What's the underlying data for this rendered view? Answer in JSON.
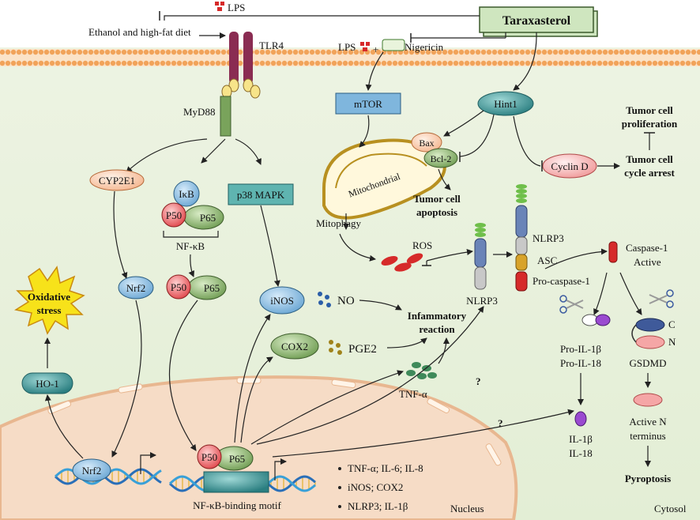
{
  "labels": {
    "lps_top": "LPS",
    "ethanol": "Ethanol and high-fat diet",
    "tlr4": "TLR4",
    "myd88": "MyD88",
    "taraxasterol": "Taraxasterol",
    "lps_nig_lps": "LPS",
    "nigericin": "Nigericin",
    "mtor": "mTOR",
    "hint1": "Hint1",
    "bax": "Bax",
    "bcl2": "Bcl-2",
    "mitochondrial": "Mitochondrial",
    "tumor_apoptosis_1": "Tumor cell",
    "tumor_apoptosis_2": "apoptosis",
    "tumor_prolif_1": "Tumor cell",
    "tumor_prolif_2": "proliferation",
    "cyclin_d": "Cyclin D",
    "cycle_arrest_1": "Tumor cell",
    "cycle_arrest_2": "cycle arrest",
    "mitophagy": "Mitophagy",
    "ros": "ROS",
    "nlrp3_complex": "NLRP3",
    "asc": "ASC",
    "pro_caspase": "Pro-caspase-1",
    "nlrp3_below": "NLRP3",
    "caspase_1": "Caspase-1",
    "caspase_active": "Active",
    "cyp2e1": "CYP2E1",
    "ikb": "IκB",
    "p50": "P50",
    "p65": "P65",
    "nfkb": "NF-κB",
    "p38": "p38 MAPK",
    "oxidative_1": "Oxidative",
    "oxidative_2": "stress",
    "nrf2": "Nrf2",
    "inos": "iNOS",
    "no": "NO",
    "inflammatory_1": "Infammatory",
    "inflammatory_2": "reaction",
    "cox2": "COX2",
    "pge2": "PGE2",
    "tnf": "TNF-α",
    "question_1": "?",
    "question_2": "?",
    "pro_il1b": "Pro-IL-1β",
    "pro_il18": "Pro-IL-18",
    "gsdmd": "GSDMD",
    "c_term": "C",
    "n_term": "N",
    "il1b": "IL-1β",
    "il18": "IL-18",
    "active_n_1": "Active N",
    "active_n_2": "terminus",
    "pyroptosis": "Pyroptosis",
    "ho1": "HO-1",
    "nrf2_dna": "Nrf2",
    "nfkb_motif": "NF-κB-binding motif",
    "genes_1": "TNF-α; IL-6; IL-8",
    "genes_2": "iNOS; COX2",
    "genes_3": "NLRP3; IL-1β",
    "nucleus": "Nucleus",
    "cytosol": "Cytosol"
  },
  "colors": {
    "background": "#eaf2df",
    "nucleus": "#f6dcc6",
    "membrane": "#f1a35a",
    "tlr4": "#8a2c52",
    "myd88": "#79a35b",
    "teal": "#2f8a8a",
    "blue_box": "#7fb6dd",
    "pink": "#f28b8b",
    "green_oval": "#7fa85e",
    "red": "#d62a2a",
    "yellow": "#f7e21a"
  }
}
